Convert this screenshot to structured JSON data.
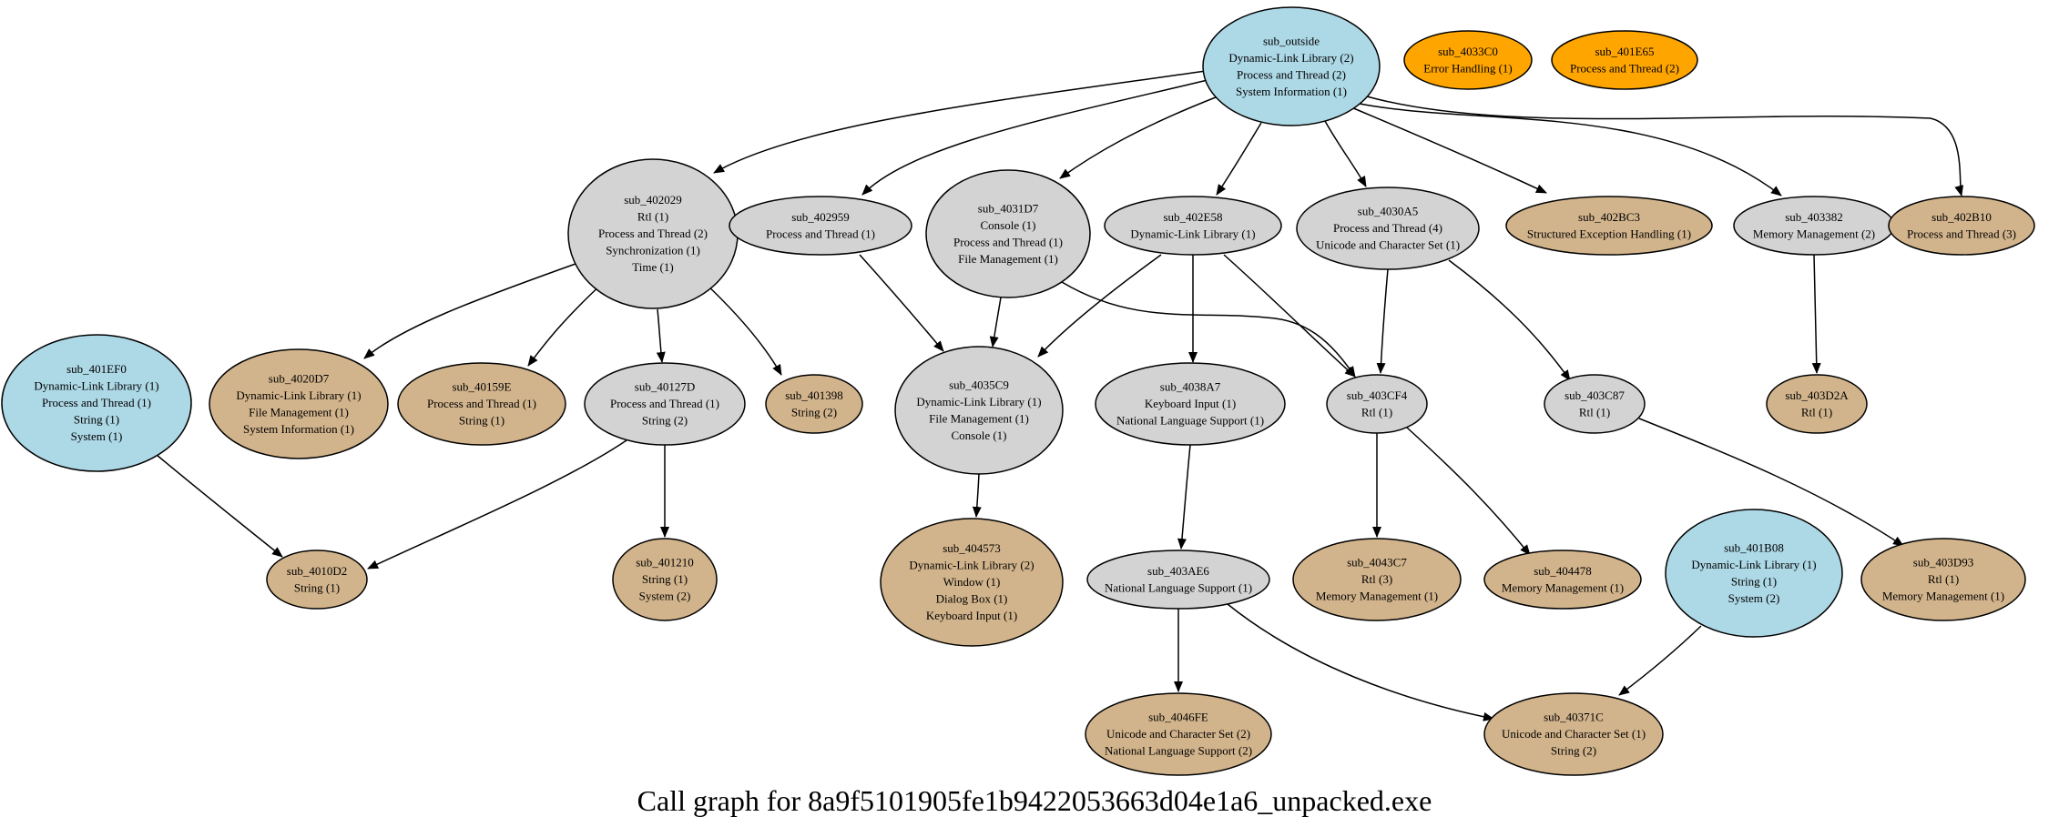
{
  "title": "Call graph for 8a9f5101905fe1b9422053663d04e1a6_unpacked.exe",
  "colors": {
    "blue": "#add8e6",
    "gray": "#d3d3d3",
    "tan": "#d2b48c",
    "orange": "#ffa500",
    "stroke": "#000000"
  },
  "nodes": [
    {
      "id": "sub_outside",
      "color": "blue",
      "lines": [
        "sub_outside",
        "Dynamic-Link Library (2)",
        "Process and Thread (2)",
        "System Information (1)"
      ]
    },
    {
      "id": "sub_4033C0",
      "color": "orange",
      "lines": [
        "sub_4033C0",
        "Error Handling (1)"
      ]
    },
    {
      "id": "sub_401E65",
      "color": "orange",
      "lines": [
        "sub_401E65",
        "Process and Thread (2)"
      ]
    },
    {
      "id": "sub_402029",
      "color": "gray",
      "lines": [
        "sub_402029",
        "Rtl (1)",
        "Process and Thread (2)",
        "Synchronization (1)",
        "Time (1)"
      ]
    },
    {
      "id": "sub_402959",
      "color": "gray",
      "lines": [
        "sub_402959",
        "Process and Thread (1)"
      ]
    },
    {
      "id": "sub_4031D7",
      "color": "gray",
      "lines": [
        "sub_4031D7",
        "Console (1)",
        "Process and Thread (1)",
        "File Management (1)"
      ]
    },
    {
      "id": "sub_402E58",
      "color": "gray",
      "lines": [
        "sub_402E58",
        "Dynamic-Link Library (1)"
      ]
    },
    {
      "id": "sub_4030A5",
      "color": "gray",
      "lines": [
        "sub_4030A5",
        "Process and Thread (4)",
        "Unicode and Character Set (1)"
      ]
    },
    {
      "id": "sub_402BC3",
      "color": "tan",
      "lines": [
        "sub_402BC3",
        "Structured Exception Handling (1)"
      ]
    },
    {
      "id": "sub_403382",
      "color": "gray",
      "lines": [
        "sub_403382",
        "Memory Management (2)"
      ]
    },
    {
      "id": "sub_402B10",
      "color": "tan",
      "lines": [
        "sub_402B10",
        "Process and Thread (3)"
      ]
    },
    {
      "id": "sub_401EF0",
      "color": "blue",
      "lines": [
        "sub_401EF0",
        "Dynamic-Link Library (1)",
        "Process and Thread (1)",
        "String (1)",
        "System (1)"
      ]
    },
    {
      "id": "sub_4020D7",
      "color": "tan",
      "lines": [
        "sub_4020D7",
        "Dynamic-Link Library (1)",
        "File Management (1)",
        "System Information (1)"
      ]
    },
    {
      "id": "sub_40159E",
      "color": "tan",
      "lines": [
        "sub_40159E",
        "Process and Thread (1)",
        "String (1)"
      ]
    },
    {
      "id": "sub_40127D",
      "color": "gray",
      "lines": [
        "sub_40127D",
        "Process and Thread (1)",
        "String (2)"
      ]
    },
    {
      "id": "sub_401398",
      "color": "tan",
      "lines": [
        "sub_401398",
        "String (2)"
      ]
    },
    {
      "id": "sub_4035C9",
      "color": "gray",
      "lines": [
        "sub_4035C9",
        "Dynamic-Link Library (1)",
        "File Management (1)",
        "Console (1)"
      ]
    },
    {
      "id": "sub_4038A7",
      "color": "gray",
      "lines": [
        "sub_4038A7",
        "Keyboard Input (1)",
        "National Language Support (1)"
      ]
    },
    {
      "id": "sub_403CF4",
      "color": "gray",
      "lines": [
        "sub_403CF4",
        "Rtl (1)"
      ]
    },
    {
      "id": "sub_403C87",
      "color": "gray",
      "lines": [
        "sub_403C87",
        "Rtl (1)"
      ]
    },
    {
      "id": "sub_403D2A",
      "color": "tan",
      "lines": [
        "sub_403D2A",
        "Rtl (1)"
      ]
    },
    {
      "id": "sub_4010D2",
      "color": "tan",
      "lines": [
        "sub_4010D2",
        "String (1)"
      ]
    },
    {
      "id": "sub_401210",
      "color": "tan",
      "lines": [
        "sub_401210",
        "String (1)",
        "System (2)"
      ]
    },
    {
      "id": "sub_404573",
      "color": "tan",
      "lines": [
        "sub_404573",
        "Dynamic-Link Library (2)",
        "Window (1)",
        "Dialog Box (1)",
        "Keyboard Input (1)"
      ]
    },
    {
      "id": "sub_403AE6",
      "color": "gray",
      "lines": [
        "sub_403AE6",
        "National Language Support (1)"
      ]
    },
    {
      "id": "sub_4043C7",
      "color": "tan",
      "lines": [
        "sub_4043C7",
        "Rtl (3)",
        "Memory Management (1)"
      ]
    },
    {
      "id": "sub_404478",
      "color": "tan",
      "lines": [
        "sub_404478",
        "Memory Management (1)"
      ]
    },
    {
      "id": "sub_401B08",
      "color": "blue",
      "lines": [
        "sub_401B08",
        "Dynamic-Link Library (1)",
        "String (1)",
        "System (2)"
      ]
    },
    {
      "id": "sub_403D93",
      "color": "tan",
      "lines": [
        "sub_403D93",
        "Rtl (1)",
        "Memory Management (1)"
      ]
    },
    {
      "id": "sub_4046FE",
      "color": "tan",
      "lines": [
        "sub_4046FE",
        "Unicode and Character Set (2)",
        "National Language Support (2)"
      ]
    },
    {
      "id": "sub_40371C",
      "color": "tan",
      "lines": [
        "sub_40371C",
        "Unicode and Character Set (1)",
        "String (2)"
      ]
    }
  ],
  "edges": [
    [
      "sub_outside",
      "sub_402029"
    ],
    [
      "sub_outside",
      "sub_402959"
    ],
    [
      "sub_outside",
      "sub_4031D7"
    ],
    [
      "sub_outside",
      "sub_402E58"
    ],
    [
      "sub_outside",
      "sub_4030A5"
    ],
    [
      "sub_outside",
      "sub_402BC3"
    ],
    [
      "sub_outside",
      "sub_403382"
    ],
    [
      "sub_outside",
      "sub_402B10"
    ],
    [
      "sub_402029",
      "sub_4020D7"
    ],
    [
      "sub_402029",
      "sub_40159E"
    ],
    [
      "sub_402029",
      "sub_40127D"
    ],
    [
      "sub_402029",
      "sub_401398"
    ],
    [
      "sub_402959",
      "sub_4035C9"
    ],
    [
      "sub_4031D7",
      "sub_4035C9"
    ],
    [
      "sub_4031D7",
      "sub_403CF4"
    ],
    [
      "sub_402E58",
      "sub_4035C9"
    ],
    [
      "sub_402E58",
      "sub_4038A7"
    ],
    [
      "sub_402E58",
      "sub_403CF4"
    ],
    [
      "sub_4030A5",
      "sub_403CF4"
    ],
    [
      "sub_4030A5",
      "sub_403C87"
    ],
    [
      "sub_403382",
      "sub_403D2A"
    ],
    [
      "sub_401EF0",
      "sub_4010D2"
    ],
    [
      "sub_40127D",
      "sub_4010D2"
    ],
    [
      "sub_40127D",
      "sub_401210"
    ],
    [
      "sub_4035C9",
      "sub_404573"
    ],
    [
      "sub_4038A7",
      "sub_403AE6"
    ],
    [
      "sub_403CF4",
      "sub_4043C7"
    ],
    [
      "sub_403CF4",
      "sub_404478"
    ],
    [
      "sub_403C87",
      "sub_403D93"
    ],
    [
      "sub_403AE6",
      "sub_4046FE"
    ],
    [
      "sub_403AE6",
      "sub_40371C"
    ],
    [
      "sub_401B08",
      "sub_40371C"
    ]
  ]
}
